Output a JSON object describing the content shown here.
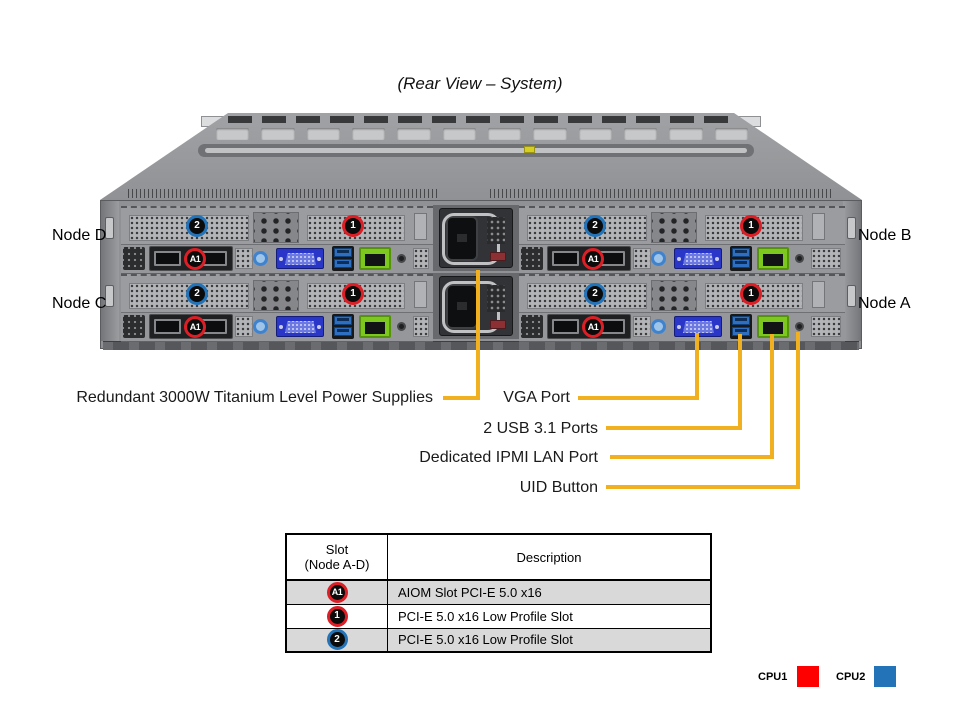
{
  "title": "(Rear View – System)",
  "node_labels": {
    "d": "Node D",
    "c": "Node C",
    "b": "Node B",
    "a": "Node A"
  },
  "callouts": {
    "psu": "Redundant 3000W Titanium Level Power Supplies",
    "vga": "VGA Port",
    "usb": "2 USB 3.1 Ports",
    "ipmi": "Dedicated IPMI LAN Port",
    "uid": "UID Button"
  },
  "slot_badges": {
    "slot2": "2",
    "slot1": "1",
    "aiom": "A1"
  },
  "chassis": {
    "nodes": [
      {
        "id": "node-d",
        "pos": "tl"
      },
      {
        "id": "node-b",
        "pos": "tr"
      },
      {
        "id": "node-c",
        "pos": "bl"
      },
      {
        "id": "node-a",
        "pos": "br"
      }
    ]
  },
  "table": {
    "header": {
      "slot_line1": "Slot",
      "slot_line2": "(Node A-D)",
      "description": "Description"
    },
    "rows": [
      {
        "badge": "A1",
        "badge_color": "red",
        "description": "AIOM Slot PCI-E 5.0 x16",
        "shaded": true
      },
      {
        "badge": "1",
        "badge_color": "red",
        "description": "PCI-E 5.0 x16 Low Profile Slot",
        "shaded": false
      },
      {
        "badge": "2",
        "badge_color": "blue",
        "description": "PCI-E 5.0 x16 Low Profile Slot",
        "shaded": true
      }
    ]
  },
  "cpu_legend": [
    {
      "label": "CPU1",
      "color": "#fe0000"
    },
    {
      "label": "CPU2",
      "color": "#2273b8"
    }
  ],
  "colors": {
    "badge_red": "#dc1f26",
    "badge_blue": "#2373b9",
    "callout_yellow": "#f0b01f",
    "lan_green": "#7dc81e",
    "vga_blue": "#2936c8",
    "usb_blue": "#2e6fc2",
    "table_shaded": "#d9d9d9"
  }
}
